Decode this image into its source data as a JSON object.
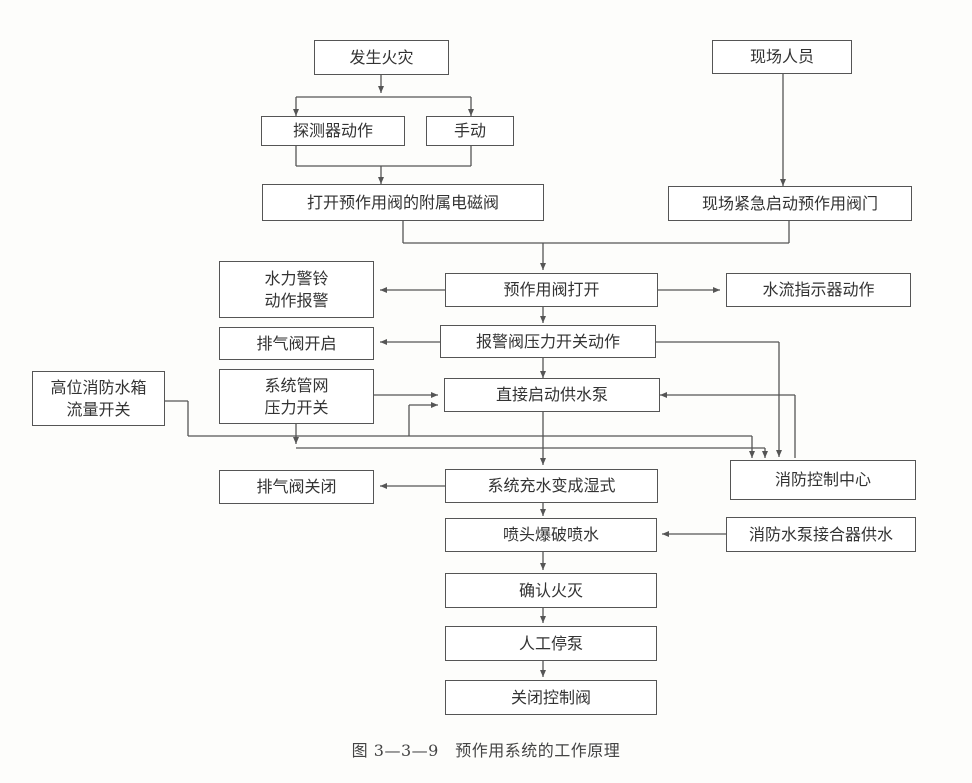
{
  "nodes": {
    "fire": "发生火灾",
    "onsite_staff": "现场人员",
    "detector_action": "探测器动作",
    "manual": "手动",
    "open_solenoid": "打开预作用阀的附属电磁阀",
    "onsite_emergency_start": "现场紧急启动预作用阀门",
    "water_gong_line1": "水力警铃",
    "water_gong_line2": "动作报警",
    "preaction_valve_open": "预作用阀打开",
    "flow_indicator": "水流指示器动作",
    "exhaust_valve_open": "排气阀开启",
    "alarm_pressure_switch": "报警阀压力开关动作",
    "tank_flow_switch_line1": "高位消防水箱",
    "tank_flow_switch_line2": "流量开关",
    "pipe_pressure_switch_line1": "系统管网",
    "pipe_pressure_switch_line2": "压力开关",
    "start_pump": "直接启动供水泵",
    "control_center": "消防控制中心",
    "exhaust_valve_close": "排气阀关闭",
    "wet_conversion": "系统充水变成湿式",
    "sprinkler_spray": "喷头爆破喷水",
    "connector_supply": "消防水泵接合器供水",
    "confirm_fire": "确认火灭",
    "stop_pump": "人工停泵",
    "close_valve": "关闭控制阀"
  },
  "caption": "图 3—3—9　预作用系统的工作原理",
  "colors": {
    "line": "#555555",
    "box_border": "#555555",
    "text": "#333333"
  }
}
